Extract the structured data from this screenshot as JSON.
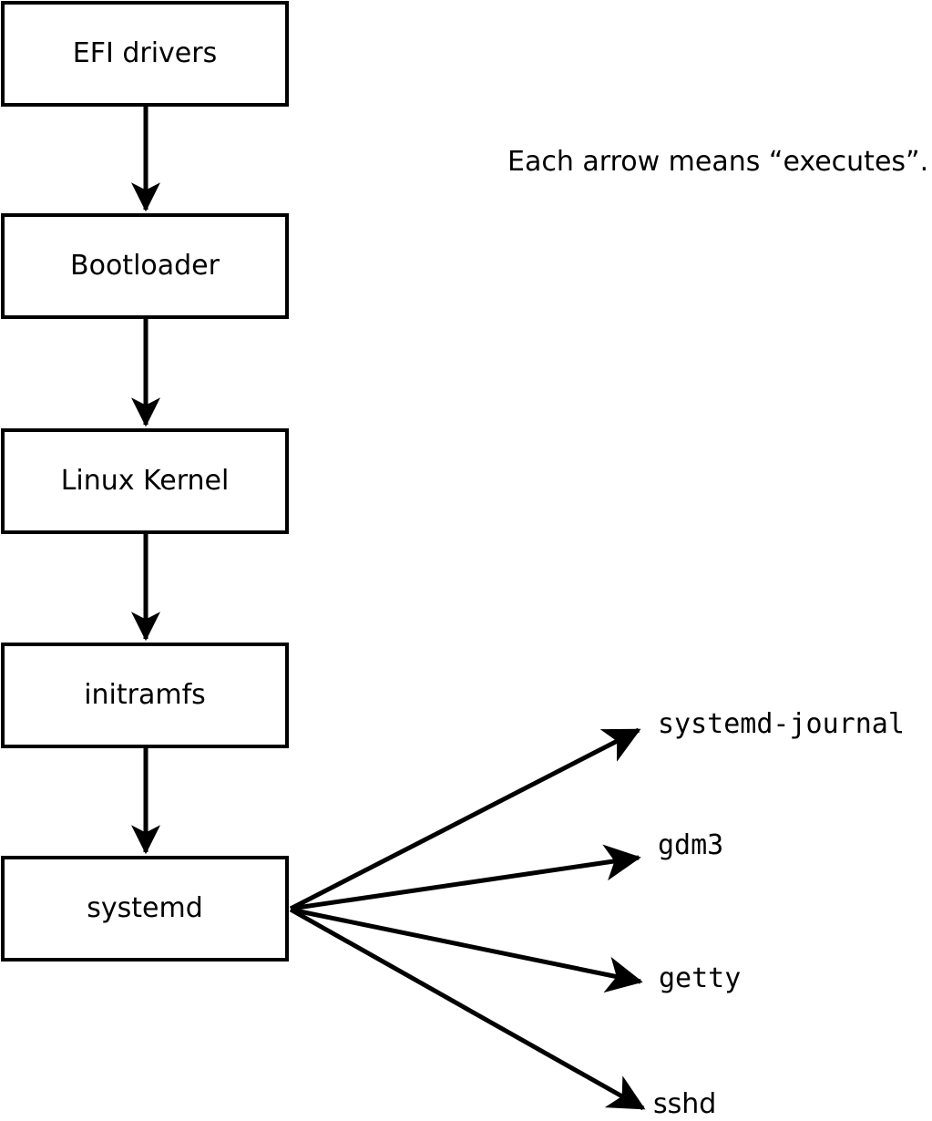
{
  "diagram": {
    "note": "Each arrow means “executes”.",
    "boot_chain": [
      {
        "label": "EFI drivers"
      },
      {
        "label": "Bootloader"
      },
      {
        "label": "Linux Kernel"
      },
      {
        "label": "initramfs"
      },
      {
        "label": "systemd"
      }
    ],
    "spawned_processes": [
      {
        "label": "systemd-journal"
      },
      {
        "label": "gdm3"
      },
      {
        "label": "getty"
      },
      {
        "label": "sshd"
      }
    ],
    "colors": {
      "stroke": "#000000",
      "text": "#000000",
      "box_fill": "#ffffff",
      "background": "#ffffff"
    }
  }
}
